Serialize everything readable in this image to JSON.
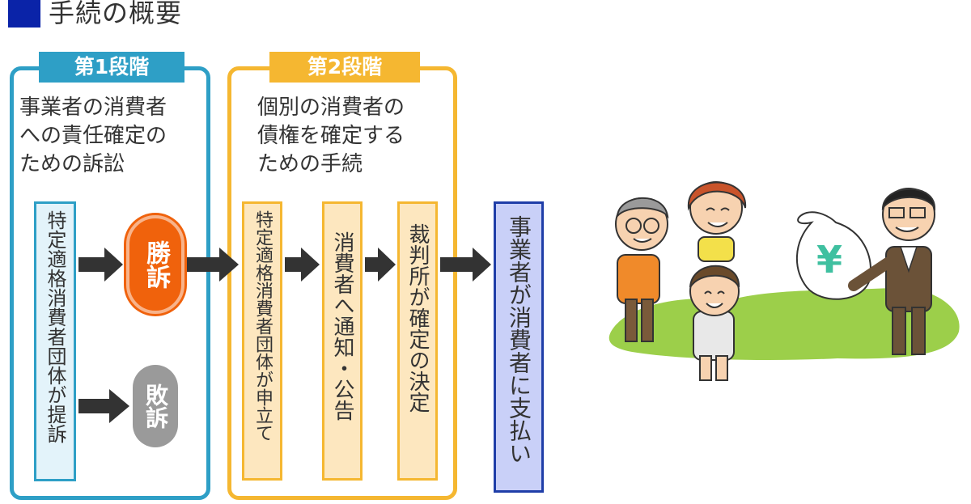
{
  "header": {
    "title": "手続の概要"
  },
  "stage1": {
    "tab": "第1段階",
    "desc": "事業者の消費者\nへの責任確定の\nための訴訟",
    "filer": "特定適格消費者団体が提訴",
    "win": "勝訴",
    "lose": "敗訴"
  },
  "stage2": {
    "tab": "第2段階",
    "desc": "個別の消費者の\n債権を確定する\nための手続",
    "step1": "特定適格消費者団体が申立て",
    "step2": "消費者へ通知・公告",
    "step3": "裁判所が確定の決定"
  },
  "result": {
    "text": "事業者が消費者に支払い"
  },
  "colors": {
    "stage1": "#2e9fc6",
    "stage2": "#f5b731",
    "result": "#1f3ea8",
    "win": "#f0620c",
    "lose": "#9a9a9a",
    "accent": "#0a23a8"
  },
  "illustration": {
    "currency_symbol": "¥"
  }
}
